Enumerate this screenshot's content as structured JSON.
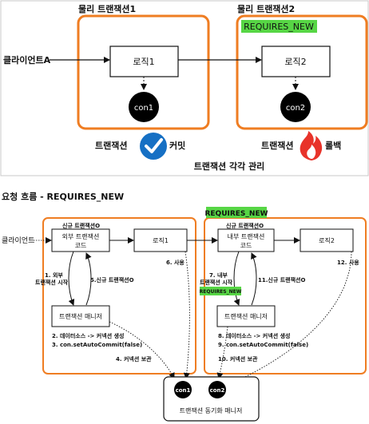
{
  "top": {
    "phys_tx1_label": "물리 트랜잭션1",
    "phys_tx2_label": "물리 트랜잭션2",
    "client_label": "클라이언트A",
    "logic1_label": "로직1",
    "logic2_label": "로직2",
    "con1_label": "con1",
    "con2_label": "con2",
    "requires_new_badge": "REQUIRES_NEW",
    "tx_commit_label": "트랜잭션",
    "commit_label": "커밋",
    "tx_rollback_label": "트랜잭션",
    "rollback_label": "롤백",
    "caption": "트랜잭션 각각 관리"
  },
  "bottom": {
    "section_title": "요청 흐름 - REQUIRES_NEW",
    "client_label": "클라이언트",
    "new_tx_left": "신규 트랜잭션O",
    "outer_tx_code_line1": "외부 트랜잭션",
    "outer_tx_code_line2": "코드",
    "logic1_label": "로직1",
    "requires_new_badge": "REQUIRES_NEW",
    "new_tx_right": "신규 트랜잭션O",
    "inner_tx_code_line1": "내부 트랜잭션",
    "inner_tx_code_line2": "코드",
    "logic2_label": "로직2",
    "step1_line1": "1. 외부",
    "step1_line2": "트랜잭션 시작",
    "step5": "5.신규 트랜잭션O",
    "step6": "6. 사용",
    "step7_line1": "7. 내부",
    "step7_line2": "트랜잭션 시작",
    "step7_badge": "REQUIRES_NEW",
    "step11": "11.신규 트랜잭션O",
    "step12": "12. 사용",
    "tx_manager_left": "트랜잭션 매니저",
    "tx_manager_right": "트랜잭션 매니저",
    "step2": "2. 데이터소스 -> 커넥션 생성",
    "step3": "3. con.setAutoCommit(false)",
    "step4": "4. 커넥션 보관",
    "step8": "8. 데이터소스 -> 커넥션 생성",
    "step9": "9. con.setAutoCommit(false)",
    "step10": "10. 커넥션 보관",
    "con1_label": "con1",
    "con2_label": "con2",
    "sync_manager_label": "트랜잭션 동기화 매니저"
  },
  "colors": {
    "orange": "#ef7d22",
    "green_badge": "#57d645",
    "check_blue": "#1670c4",
    "flame_red": "#e8332a"
  },
  "icons": {
    "commit": "check-circle-icon",
    "rollback": "flame-icon"
  }
}
